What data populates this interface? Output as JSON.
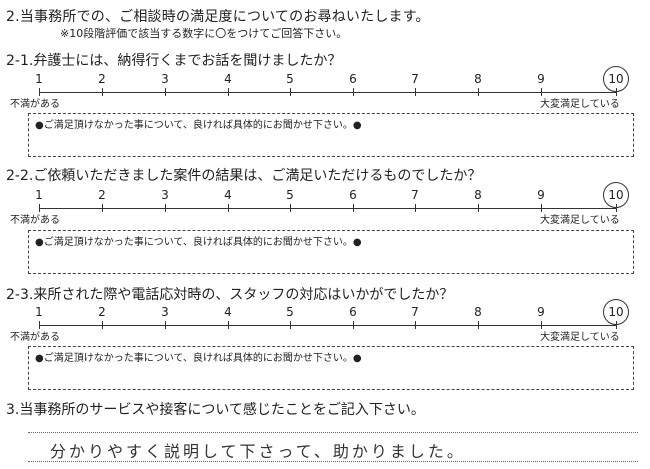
{
  "heading": "2.当事務所での、ご相談時の満足度についてのお尋ねいたします。",
  "instruction": "※10段階評価で該当する数字に〇をつけてご回答下さい。",
  "scale": {
    "numbers": [
      "1",
      "2",
      "3",
      "4",
      "5",
      "6",
      "7",
      "8",
      "9",
      "10"
    ],
    "low_label": "不満がある",
    "high_label": "大変満足している"
  },
  "comment_prompt": "●ご満足頂けなかった事について、良ければ具体的にお聞かせ下さい。●",
  "questions": [
    {
      "title": "2-1.弁護士には、納得行くまでお話を聞けましたか？",
      "selected": "10"
    },
    {
      "title": "2-2.ご依頼いただきました案件の結果は、ご満足いただけるものでしたか？",
      "selected": "10"
    },
    {
      "title": "2-3.来所された際や電話応対時の、スタッフの対応はいかがでしたか？",
      "selected": "10"
    }
  ],
  "section3": {
    "title": "3.当事務所のサービスや接客について感じたことをご記入下さい。",
    "answer": "分かりやすく説明して下さって、助かりました。"
  }
}
